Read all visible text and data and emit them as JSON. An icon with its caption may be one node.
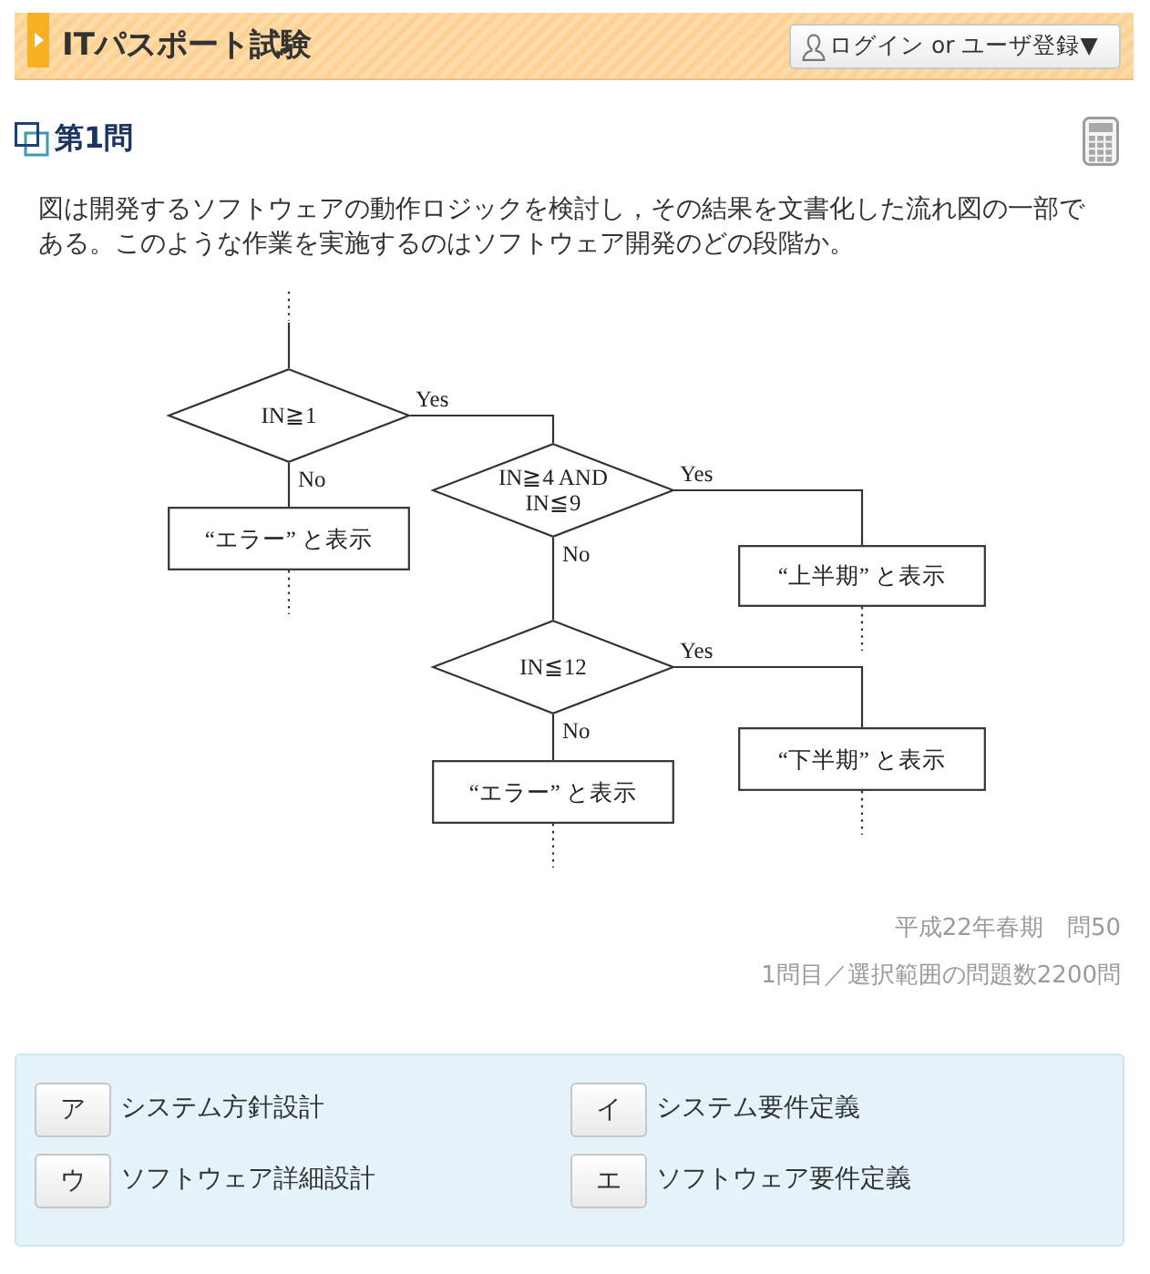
{
  "diagram": {
    "title": "ITパスポート試験",
    "nodes": [
      {
        "text": [
          "IN≧1"
        ]
      },
      {
        "text": [
          "IN≧4 AND IN≦9"
        ]
      },
      {
        "text": [
          "“エラー” と表示"
        ]
      },
      {
        "text": [
          "“上半期” と表示"
        ]
      },
      {
        "text": [
          "IN≦12"
        ]
      },
      {
        "text": [
          "“下半期” と表示"
        ]
      },
      {
        "text": [
          "“エラー” と表示"
        ]
      }
    ],
    "edges": [
      {
        "from": null,
        "to": 0,
        "arrow": "none"
      },
      {
        "from": 0,
        "to": 1,
        "arrow": "none",
        "label": "Yes"
      },
      {
        "from": 0,
        "to": 2,
        "arrow": "none",
        "label": "No"
      },
      {
        "from": 1,
        "to": 3,
        "arrow": "none",
        "label": "Yes"
      },
      {
        "from": 1,
        "to": 4,
        "arrow": "none",
        "label": "No"
      },
      {
        "from": 4,
        "to": 5,
        "arrow": "none",
        "label": "Yes"
      },
      {
        "from": 4,
        "to": 6,
        "arrow": "none",
        "label": "No"
      },
      {
        "from": 2,
        "to": null,
        "arrow": "none",
        "style": "dashed"
      },
      {
        "from": 3,
        "to": null,
        "arrow": "none",
        "style": "dashed"
      },
      {
        "from": 5,
        "to": null,
        "arrow": "none",
        "style": "dashed"
      },
      {
        "from": 6,
        "to": null,
        "arrow": "none",
        "style": "dashed"
      }
    ],
    "labels": [
      "ログイン or ユーザ登録▼",
      "第1問",
      "図は開発するソフトウェアの動作ロジックを検討し，その結果を文書化した流れ図の一部である。このような作業を実施するのはソフトウェア開発のどの段階か。",
      "平成22年春期　問50",
      "1問目／選択範囲の問題数2200問",
      "ア",
      "システム方針設計",
      "イ",
      "システム要件定義",
      "ウ",
      "ソフトウェア詳細設計",
      "エ",
      "ソフトウェア要件定義"
    ]
  }
}
